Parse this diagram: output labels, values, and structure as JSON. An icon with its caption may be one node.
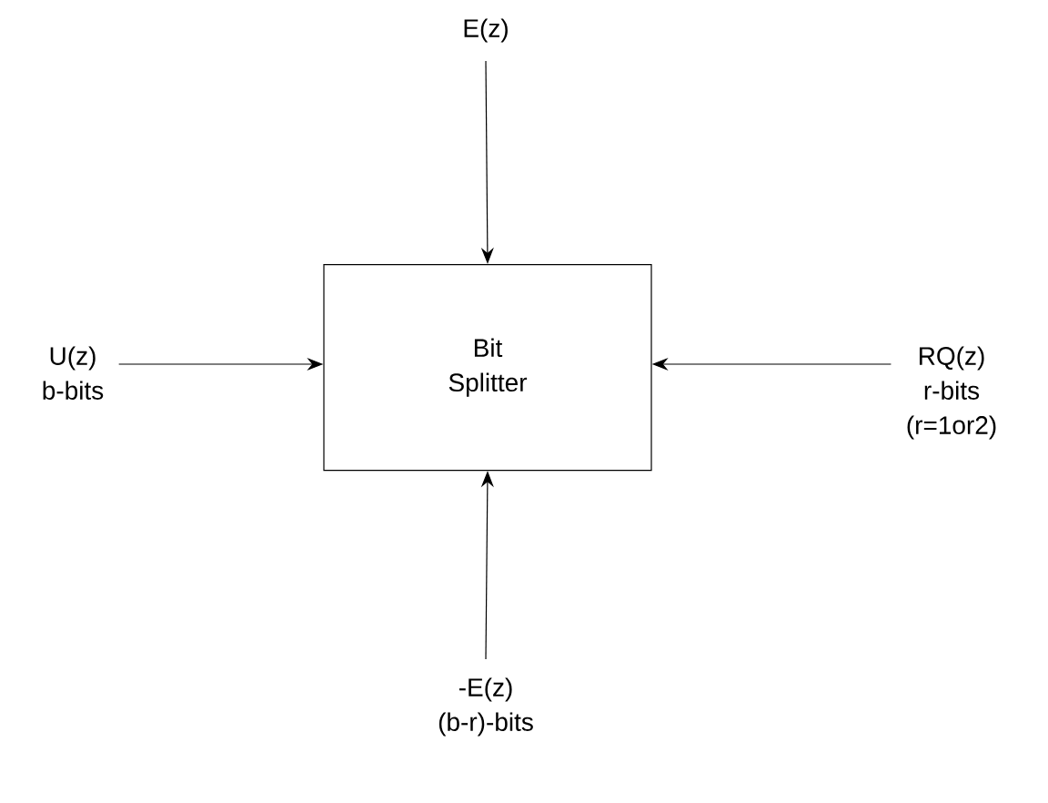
{
  "diagram": {
    "nodes": [
      {
        "text": [
          "Bit Splitter"
        ]
      },
      {
        "text": [
          "E(z)"
        ]
      },
      {
        "text": [
          "U(z)",
          "b-bits"
        ]
      },
      {
        "text": [
          "RQ(z)",
          "r-bits",
          "(r=1or2)"
        ]
      },
      {
        "text": [
          "-E(z)",
          "(b-r)-bits"
        ]
      }
    ],
    "edges": [
      {
        "from": 1,
        "to": 0,
        "arrow": "to"
      },
      {
        "from": 2,
        "to": 0,
        "arrow": "to"
      },
      {
        "from": 3,
        "to": 0,
        "arrow": "to"
      },
      {
        "from": 4,
        "to": 0,
        "arrow": "to"
      }
    ]
  }
}
